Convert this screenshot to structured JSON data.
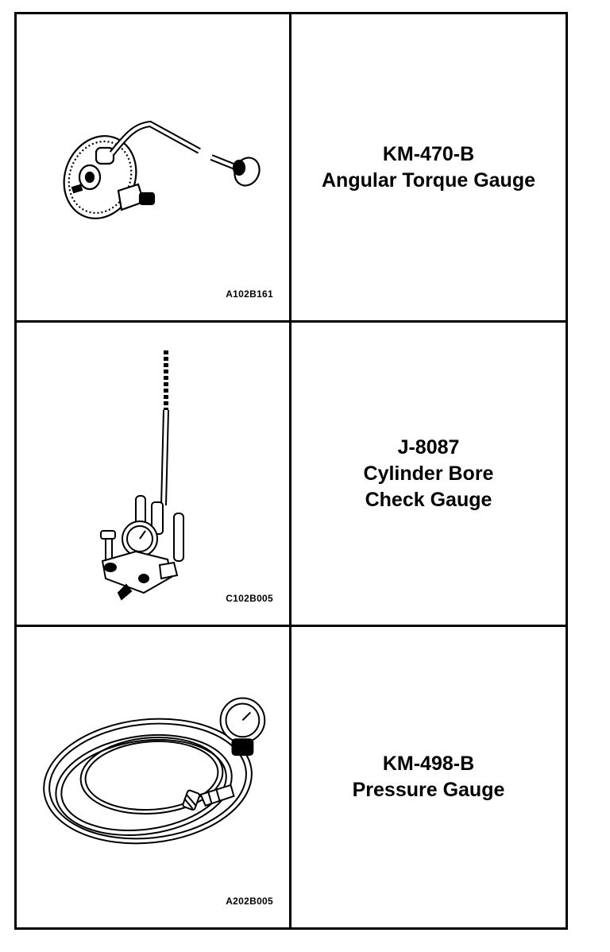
{
  "tools": [
    {
      "figure_code": "A102B161",
      "lines": [
        "KM-470-B",
        "Angular Torque Gauge"
      ],
      "illustration": "angular-torque-gauge"
    },
    {
      "figure_code": "C102B005",
      "lines": [
        "J-8087",
        "Cylinder Bore",
        "Check Gauge"
      ],
      "illustration": "cylinder-bore-gauge"
    },
    {
      "figure_code": "A202B005",
      "lines": [
        "KM-498-B",
        "Pressure Gauge"
      ],
      "illustration": "pressure-gauge"
    }
  ]
}
